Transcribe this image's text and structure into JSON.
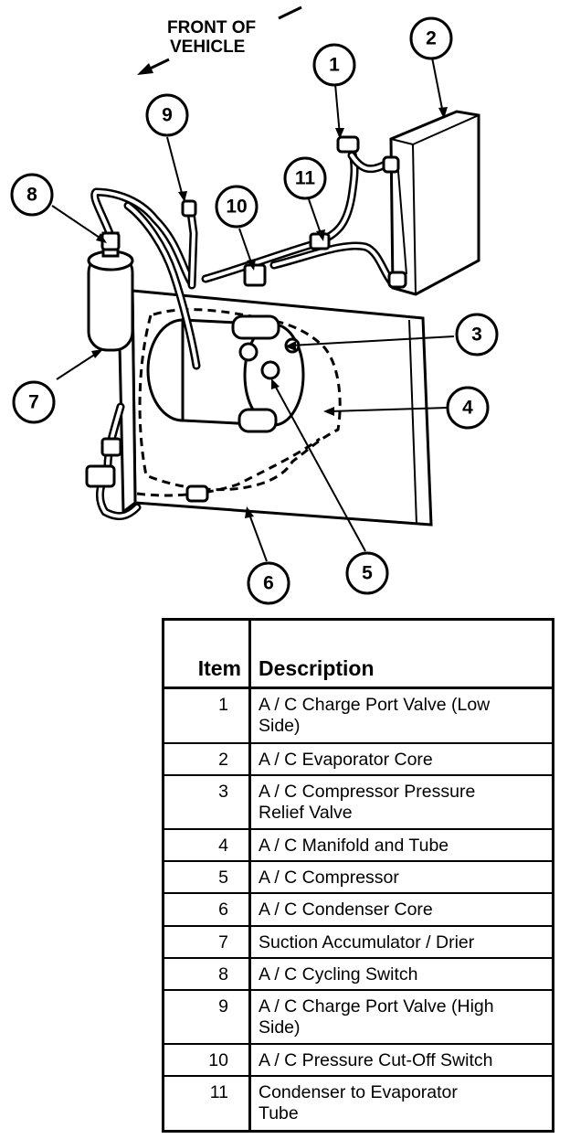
{
  "diagram": {
    "direction_label_line1": "FRONT OF",
    "direction_label_line2": "VEHICLE",
    "callouts": [
      "1",
      "2",
      "3",
      "4",
      "5",
      "6",
      "7",
      "8",
      "9",
      "10",
      "11"
    ]
  },
  "legend": {
    "header_item": "Item",
    "header_description": "Description",
    "rows": [
      {
        "item": "1",
        "description_line1": "A / C Charge Port Valve (Low",
        "description_line2": "Side)"
      },
      {
        "item": "2",
        "description_line1": "A / C Evaporator Core",
        "description_line2": ""
      },
      {
        "item": "3",
        "description_line1": "A / C Compressor Pressure",
        "description_line2": "Relief Valve"
      },
      {
        "item": "4",
        "description_line1": "A / C Manifold and Tube",
        "description_line2": ""
      },
      {
        "item": "5",
        "description_line1": "A / C Compressor",
        "description_line2": ""
      },
      {
        "item": "6",
        "description_line1": "A / C Condenser Core",
        "description_line2": ""
      },
      {
        "item": "7",
        "description_line1": "Suction Accumulator / Drier",
        "description_line2": ""
      },
      {
        "item": "8",
        "description_line1": "A / C Cycling Switch",
        "description_line2": ""
      },
      {
        "item": "9",
        "description_line1": "A / C Charge Port Valve (High",
        "description_line2": "Side)"
      },
      {
        "item": "10",
        "description_line1": "A / C Pressure Cut-Off Switch",
        "description_line2": ""
      },
      {
        "item": "11",
        "description_line1": "Condenser to Evaporator",
        "description_line2": "Tube"
      }
    ]
  }
}
